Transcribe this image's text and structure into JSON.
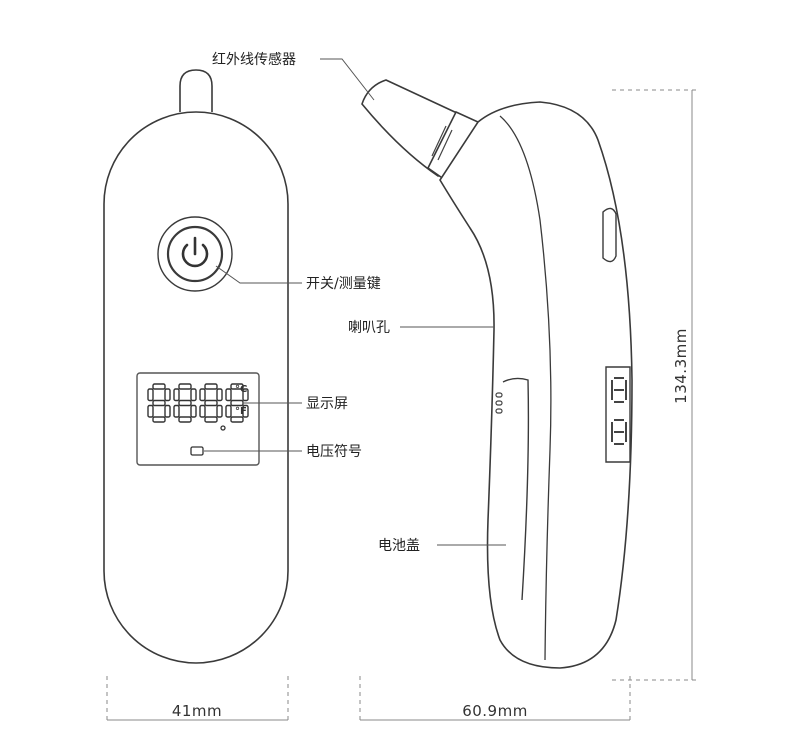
{
  "labels": {
    "ir_sensor": "红外线传感器",
    "power_button": "开关/测量键",
    "speaker_hole": "喇叭孔",
    "display": "显示屏",
    "battery_symbol": "电压符号",
    "battery_cover": "电池盖"
  },
  "lcd": {
    "digits": "188.8",
    "unit_c": "°C",
    "unit_f": "°F"
  },
  "dimensions": {
    "front_width": "41mm",
    "side_width": "60.9mm",
    "height": "134.3mm"
  },
  "icons": {
    "power": "power-icon"
  },
  "colors": {
    "outline": "#3a3a3a",
    "label_text": "#222222",
    "leader_line": "#555555",
    "dim_line": "#888888"
  }
}
